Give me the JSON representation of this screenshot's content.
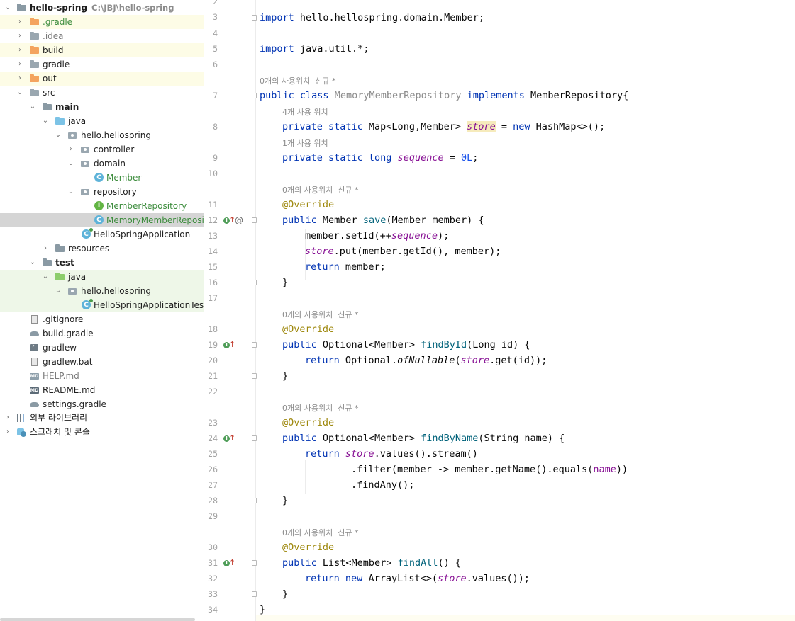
{
  "project_tree": {
    "root": {
      "label": "hello-spring",
      "path": "C:\\JBJ\\hello-spring"
    },
    "items": [
      {
        "label": ".gradle"
      },
      {
        "label": ".idea"
      },
      {
        "label": "build"
      },
      {
        "label": "gradle"
      },
      {
        "label": "out"
      },
      {
        "label": "src"
      },
      {
        "label": "main"
      },
      {
        "label": "java"
      },
      {
        "label": "hello.hellospring"
      },
      {
        "label": "controller"
      },
      {
        "label": "domain"
      },
      {
        "label": "Member"
      },
      {
        "label": "repository"
      },
      {
        "label": "MemberRepository"
      },
      {
        "label": "MemoryMemberReposito"
      },
      {
        "label": "HelloSpringApplication"
      },
      {
        "label": "resources"
      },
      {
        "label": "test"
      },
      {
        "label": "java"
      },
      {
        "label": "hello.hellospring"
      },
      {
        "label": "HelloSpringApplicationTests"
      },
      {
        "label": ".gitignore"
      },
      {
        "label": "build.gradle"
      },
      {
        "label": "gradlew"
      },
      {
        "label": "gradlew.bat"
      },
      {
        "label": "HELP.md"
      },
      {
        "label": "README.md"
      },
      {
        "label": "settings.gradle"
      },
      {
        "label": "외부 라이브러리"
      },
      {
        "label": "스크래치 및 콘솔"
      }
    ],
    "icons": {
      "class": "C",
      "interface": "I",
      "markdown": "MD"
    }
  },
  "editor": {
    "line_numbers": [
      "2",
      "3",
      "4",
      "5",
      "6",
      "7",
      "8",
      "9",
      "10",
      "11",
      "12",
      "13",
      "14",
      "15",
      "16",
      "17",
      "18",
      "19",
      "20",
      "21",
      "22",
      "23",
      "24",
      "25",
      "26",
      "27",
      "28",
      "29",
      "30",
      "31",
      "32",
      "33",
      "34"
    ],
    "gutter_marks": {
      "impl": "I",
      "override": "↑",
      "at": "@"
    },
    "hints": {
      "class_usage": "0개의 사용위치  신규 *",
      "store_usage": "4개 사용 위치",
      "sequence_usage": "1개 사용 위치",
      "save_usage": "0개의 사용위치  신규 *",
      "findbyid_usage": "0개의 사용위치  신규 *",
      "findbyname_usage": "0개의 사용위치  신규 *",
      "findall_usage": "0개의 사용위치  신규 *"
    },
    "tokens": {
      "import1_kw": "import",
      "import1_rest": " hello.hellospring.domain.Member;",
      "import2_kw": "import",
      "import2_rest": " java.util.*;",
      "cls_public": "public",
      "cls_class": " class ",
      "cls_name": "MemoryMemberRepository",
      "cls_implements": " implements ",
      "cls_iface": "MemberRepository{",
      "store_mods": "private static ",
      "store_type": "Map<Long,Member> ",
      "store_name": "store",
      "store_eq": " = ",
      "store_new": "new",
      "store_rest": " HashMap<>();",
      "seq_mods": "private static long ",
      "seq_name": "sequence",
      "seq_eq": " = ",
      "seq_val": "0L",
      "seq_end": ";",
      "override": "@Override",
      "save_public": "public",
      "save_type": " Member ",
      "save_name": "save",
      "save_params": "(Member member) {",
      "save_l1_a": "member.setId(++",
      "save_l1_b": "sequence",
      "save_l1_c": ");",
      "save_l2_a": "store",
      "save_l2_b": ".put(member.getId(), member);",
      "save_l3_kw": "return",
      "save_l3_rest": " member;",
      "close_brace": "}",
      "fbi_public": "public",
      "fbi_type": " Optional<Member> ",
      "fbi_name": "findById",
      "fbi_params": "(Long id) {",
      "fbi_l1_kw": "return",
      "fbi_l1_a": " Optional.",
      "fbi_l1_b": "ofNullable",
      "fbi_l1_c": "(",
      "fbi_l1_d": "store",
      "fbi_l1_e": ".get(id));",
      "fbn_public": "public",
      "fbn_type": " Optional<Member> ",
      "fbn_name": "findByName",
      "fbn_params": "(String name) {",
      "fbn_l1_kw": "return",
      "fbn_l1_sp": " ",
      "fbn_l1_a": "store",
      "fbn_l1_b": ".values().stream()",
      "fbn_l2_a": ".filter(member -> member.getName().equals(",
      "fbn_l2_b": "name",
      "fbn_l2_c": "))",
      "fbn_l3": ".findAny();",
      "fa_public": "public",
      "fa_type": " List<Member> ",
      "fa_name": "findAll",
      "fa_params": "() {",
      "fa_l1_kw": "return",
      "fa_l1_sp": " ",
      "fa_l1_new": "new",
      "fa_l1_a": " ArrayList<>(",
      "fa_l1_b": "store",
      "fa_l1_c": ".values());"
    }
  }
}
